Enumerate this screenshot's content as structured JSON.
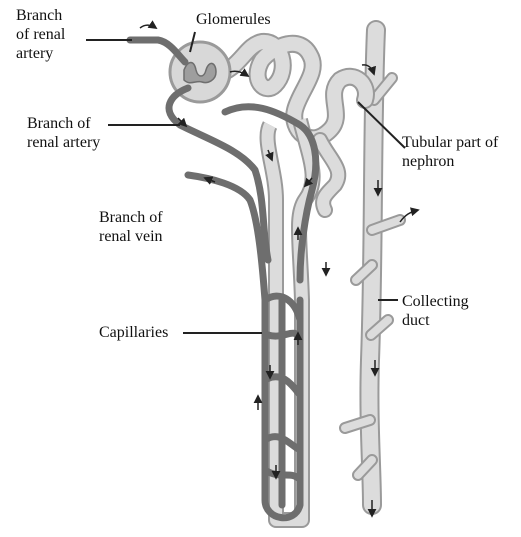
{
  "labels": {
    "artery_top": [
      "Branch",
      "of renal",
      "artery"
    ],
    "glomerules": "Glomerules",
    "artery_mid": [
      "Branch of",
      "renal artery"
    ],
    "tubular": [
      "Tubular part of",
      "nephron"
    ],
    "vein": [
      "Branch of",
      "renal vein"
    ],
    "capillaries": "Capillaries",
    "collecting": [
      "Collecting",
      "duct"
    ]
  },
  "colors": {
    "vessel": "#6e6e6e",
    "vessel_dark": "#4a4a4a",
    "tubule_fill": "#dcdcdc",
    "tubule_edge": "#9a9a9a",
    "leader": "#222222"
  }
}
